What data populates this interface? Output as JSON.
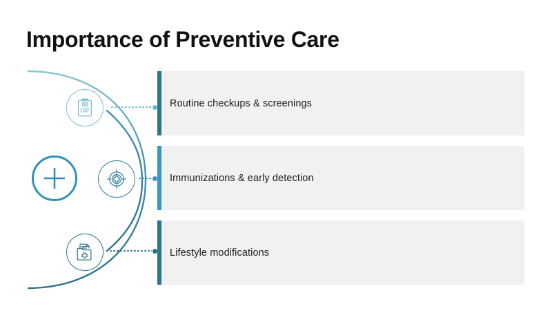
{
  "slide": {
    "title": "Importance of Preventive Care",
    "background_color": "#ffffff"
  },
  "colors": {
    "title_text": "#111111",
    "row_background": "#f1f1f1",
    "row_text": "#1d1d1d",
    "accent_light_teal": "#7fc0cc",
    "accent_blue": "#3b95c2",
    "accent_dark_teal": "#2d7389",
    "plus_blue": "#3190b8"
  },
  "decor": {
    "plus_icon_name": "plus-circle-icon",
    "outer_arc_name": "outer-decorative-arc",
    "inner_arc_name": "inner-decorative-arc"
  },
  "items": [
    {
      "label": "Routine checkups & screenings",
      "icon": "clipboard-medical-icon",
      "bar_color": "#2d7389",
      "circle_color": "#7fc0cc",
      "connector_color": "#6fb6c6"
    },
    {
      "label": "Immunizations & early detection",
      "icon": "target-crosshair-medical-icon",
      "bar_color": "#3b95c2",
      "circle_color": "#2f7f9e",
      "connector_color": "#3b95c2"
    },
    {
      "label": "Lifestyle modifications",
      "icon": "medical-folder-icon",
      "bar_color": "#2d7389",
      "circle_color": "#2d7389",
      "connector_color": "#2d6f86"
    }
  ]
}
